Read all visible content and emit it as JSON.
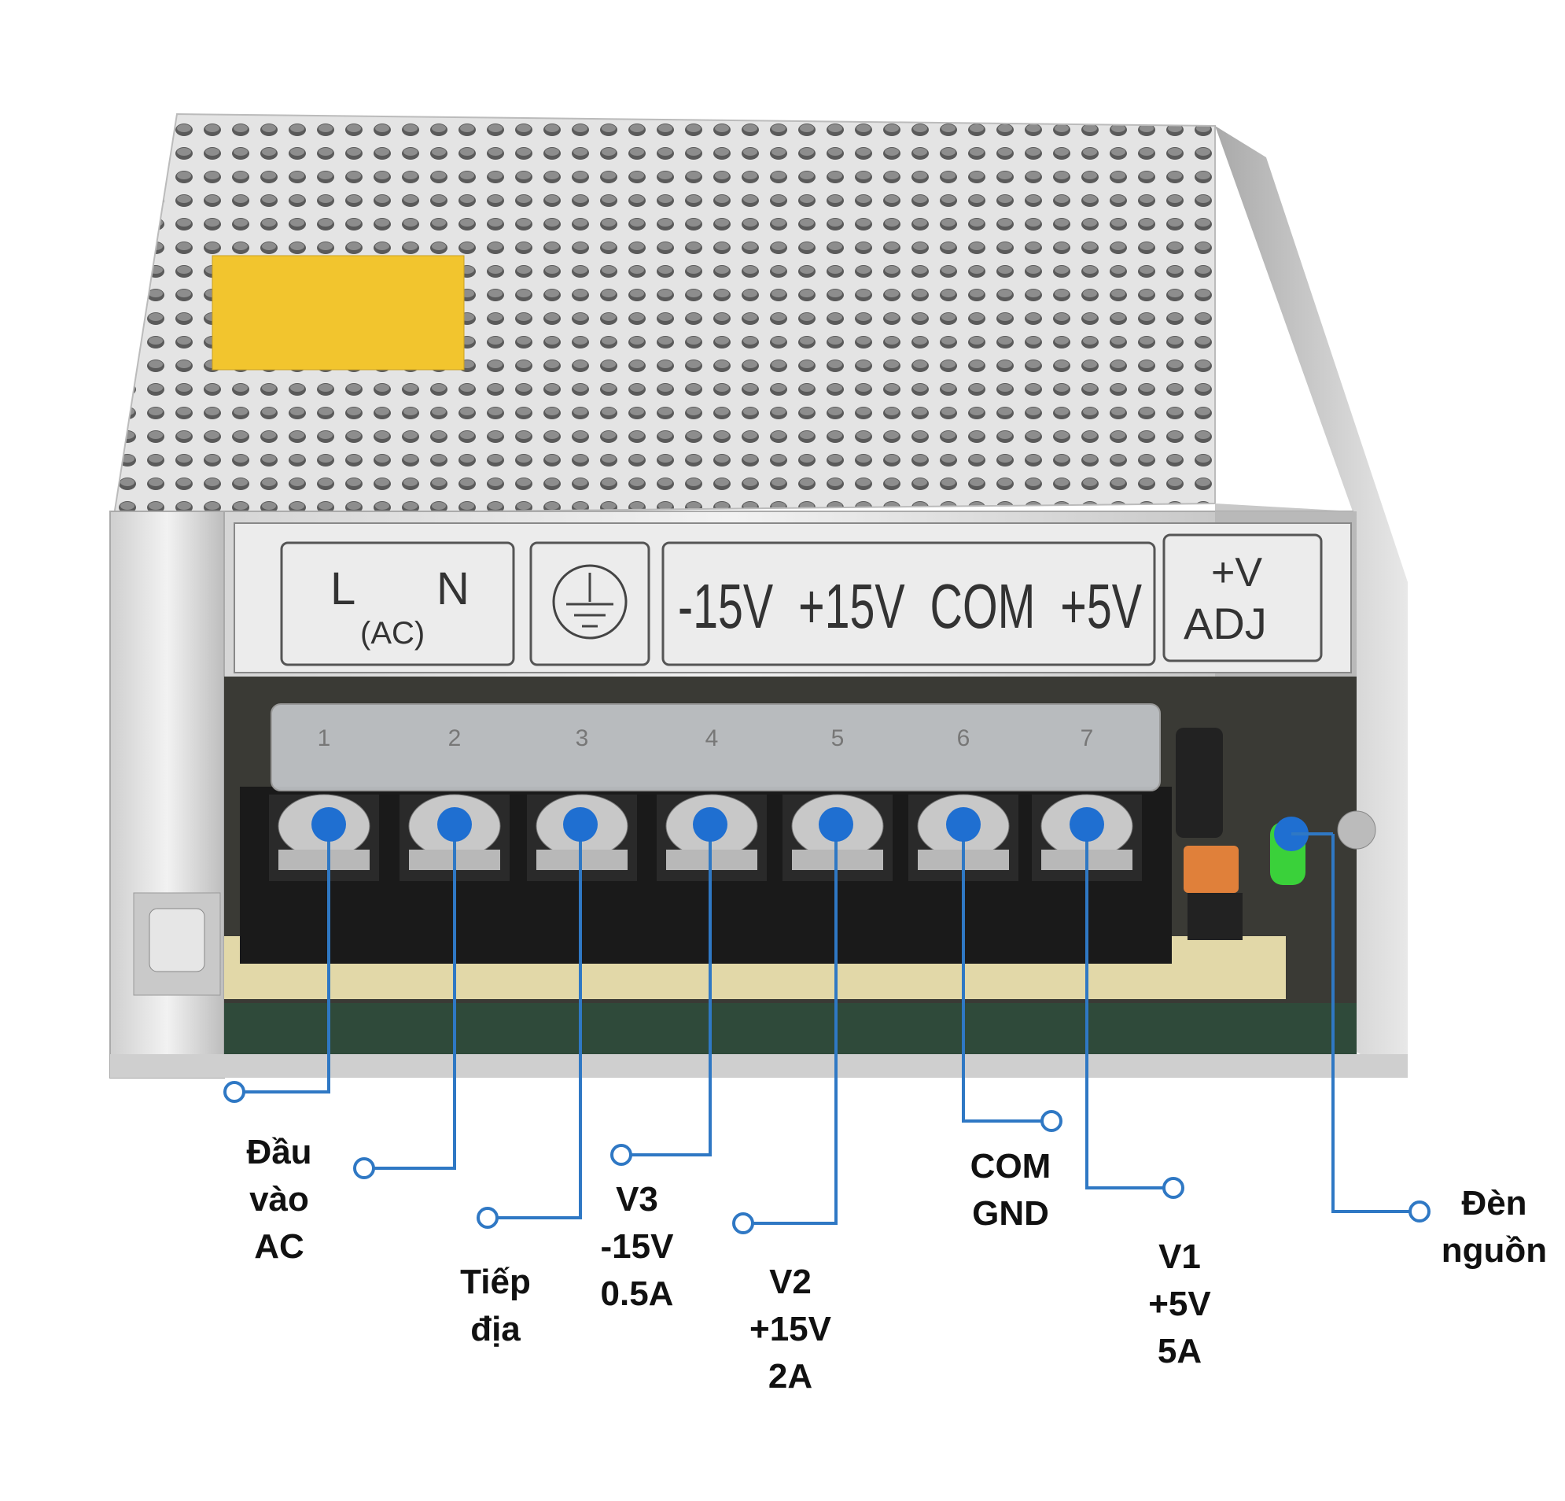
{
  "colors": {
    "accent": "#2f78c4",
    "dot": "#1f6fd1",
    "label": "#111111",
    "chassis": "#d6d6d6",
    "terminal_block": "#1a1a1a",
    "led": "#3ad13a"
  },
  "panel": {
    "ac_l": "L",
    "ac_n": "N",
    "ac": "(AC)",
    "ground_symbol": "ground-symbol",
    "outputs": "-15V  +15V  COM  +5V",
    "adj_top": "+V",
    "adj_bottom": "ADJ"
  },
  "terminal_numbers": [
    "1",
    "2",
    "3",
    "4",
    "5",
    "6",
    "7"
  ],
  "callouts": [
    {
      "id": "ac-input",
      "lines": [
        "Đầu",
        "vào",
        "AC"
      ]
    },
    {
      "id": "ac-input-2",
      "lines": []
    },
    {
      "id": "ground",
      "lines": [
        "Tiếp",
        "địa"
      ]
    },
    {
      "id": "v3",
      "lines": [
        "V3",
        "-15V",
        "0.5A"
      ]
    },
    {
      "id": "v2",
      "lines": [
        "V2",
        "+15V",
        "2A"
      ]
    },
    {
      "id": "com",
      "lines": [
        "COM",
        "GND"
      ]
    },
    {
      "id": "v1",
      "lines": [
        "V1",
        "+5V",
        "5A"
      ]
    },
    {
      "id": "power-led",
      "lines": [
        "Đèn",
        "nguồn"
      ]
    }
  ]
}
